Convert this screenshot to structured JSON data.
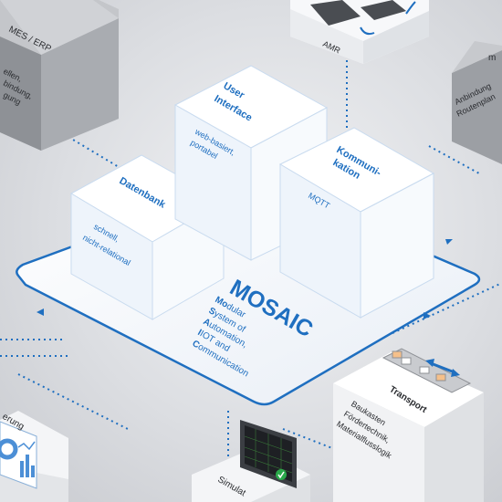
{
  "blocks": {
    "mes": {
      "title": "MES / ERP",
      "lines": [
        "ellen,",
        "bindung,",
        "gung"
      ]
    },
    "amr": {
      "title": "AMR"
    },
    "right_top": {
      "title": "m",
      "lines": [
        "Anbindung",
        "Routenplan"
      ]
    },
    "datenbank": {
      "title": "Datenbank",
      "lines": [
        "schnell,",
        "nicht-relational"
      ]
    },
    "user_interface": {
      "title_lines": [
        "User",
        "Interface"
      ],
      "lines": [
        "web-basiert,",
        "portabel"
      ]
    },
    "kommunikation": {
      "title_lines": [
        "Kommuni-",
        "kation"
      ],
      "lines": [
        "MQTT"
      ]
    },
    "transport": {
      "title": "Transport",
      "lines": [
        "Baukasten",
        "Fördertechnik,",
        "Materialflusslogik"
      ]
    },
    "simulation": {
      "title": "Simulat"
    },
    "bottom_left": {
      "title": "erung"
    }
  },
  "mosaic": {
    "title": "MOSAIC",
    "expansion": [
      {
        "initial": "Mo",
        "rest": "dular"
      },
      {
        "initial": "S",
        "rest": "ystem of"
      },
      {
        "initial": "A",
        "rest": "utomation,"
      },
      {
        "initial": "I",
        "rest": "IOT and"
      },
      {
        "initial": "C",
        "rest": "ommunication"
      }
    ]
  },
  "colors": {
    "accent": "#1f6fc0",
    "cube_face_left": "#eef4fb",
    "cube_face_right": "#f7fafd",
    "cube_top": "#ffffff",
    "grey_left": "#8e9196",
    "grey_right": "#a9acb1",
    "grey_top": "#c4c6ca",
    "platform": "#f4f8fd"
  }
}
